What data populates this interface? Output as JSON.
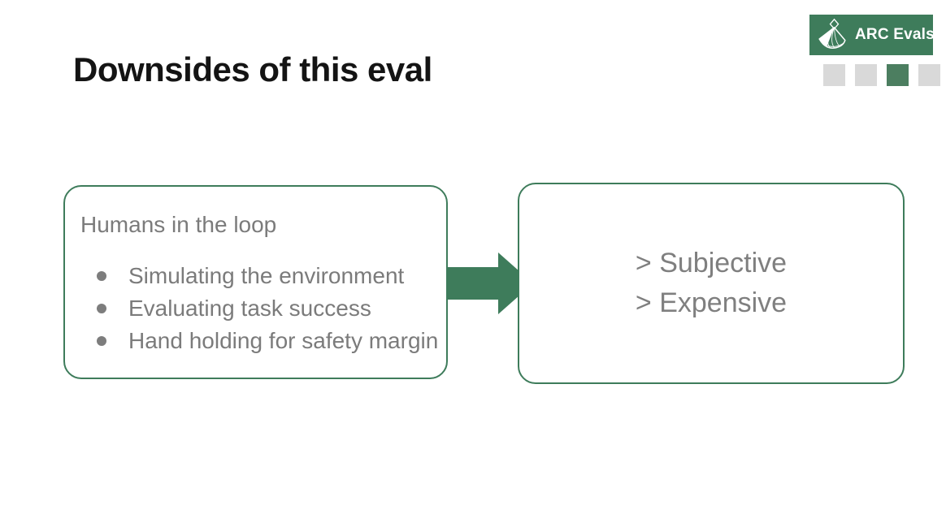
{
  "slide": {
    "title": "Downsides of this eval",
    "logo": {
      "text": "ARC Evals",
      "icon": "fan-logo-icon"
    },
    "progress": {
      "count": 4,
      "active_index": 2
    },
    "left_box": {
      "heading": "Humans in the loop",
      "bullets": [
        "Simulating the environment",
        "Evaluating task success",
        "Hand holding for safety margin"
      ]
    },
    "right_box": {
      "lines": [
        "> Subjective",
        "> Expensive"
      ]
    },
    "colors": {
      "brand_green": "#3E7C5B",
      "active_square_green": "#4C7E60",
      "inactive_square_gray": "#D9D9D9",
      "body_text_gray": "#7B7B7B",
      "title_black": "#141414"
    }
  }
}
